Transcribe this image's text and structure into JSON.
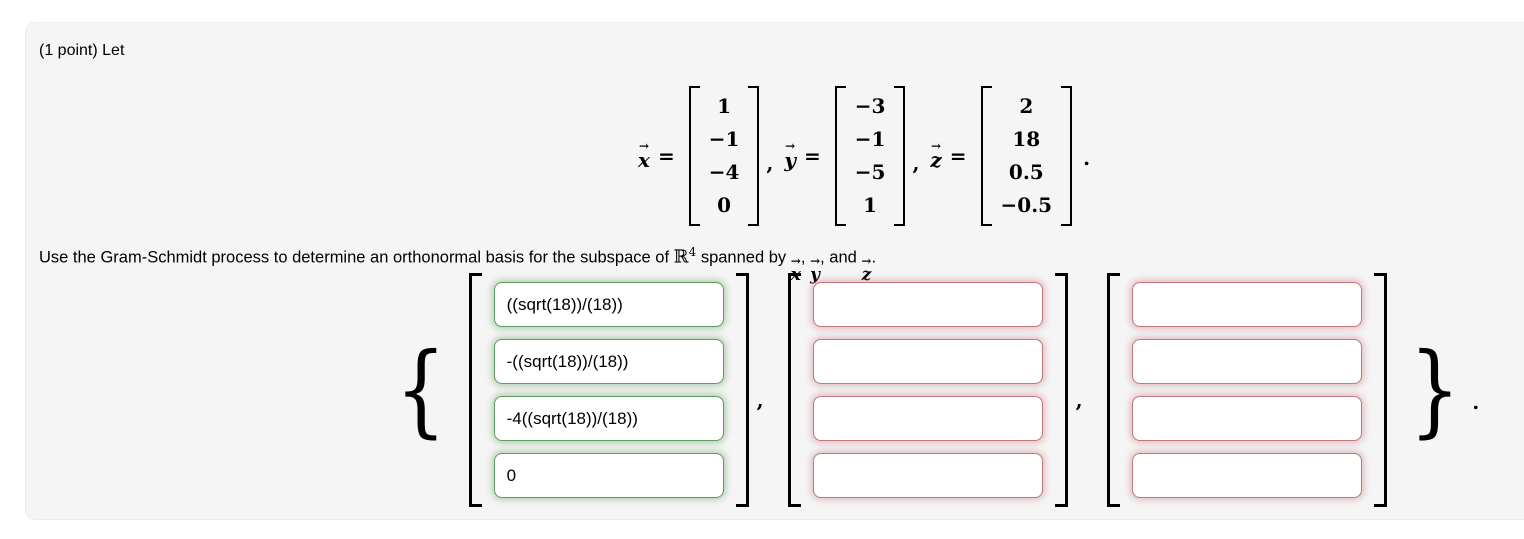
{
  "panel": {
    "points_label": "(1 point) Let"
  },
  "symbols": {
    "arrow": "→",
    "equals": "=",
    "comma": ",",
    "period": ".",
    "open_brace": "{",
    "close_brace": "}",
    "reals": "ℝ",
    "reals_exp": "4"
  },
  "vectors": [
    {
      "name": "x",
      "values": [
        "1",
        "−1",
        "−4",
        "0"
      ]
    },
    {
      "name": "y",
      "values": [
        "−3",
        "−1",
        "−5",
        "1"
      ]
    },
    {
      "name": "z",
      "values": [
        "2",
        "18",
        "0.5",
        "−0.5"
      ]
    }
  ],
  "instruction": {
    "part1": "Use the Gram-Schmidt process to determine an orthonormal basis for the subspace of ",
    "part2": " spanned by ",
    "sep1": ", ",
    "sep2": ", and ",
    "end": "."
  },
  "answers": {
    "columns": [
      {
        "state": "correct",
        "values": [
          "((sqrt(18))/(18))",
          "-((sqrt(18))/(18))",
          "-4((sqrt(18))/(18))",
          "0"
        ]
      },
      {
        "state": "incorrect",
        "values": [
          "",
          "",
          "",
          ""
        ]
      },
      {
        "state": "incorrect",
        "values": [
          "",
          "",
          "",
          ""
        ]
      }
    ]
  },
  "colors": {
    "panel_bg": "#f5f5f5",
    "correct_border": "#5f9c5f",
    "incorrect_border": "#c5777c",
    "bracket": "#000000"
  }
}
